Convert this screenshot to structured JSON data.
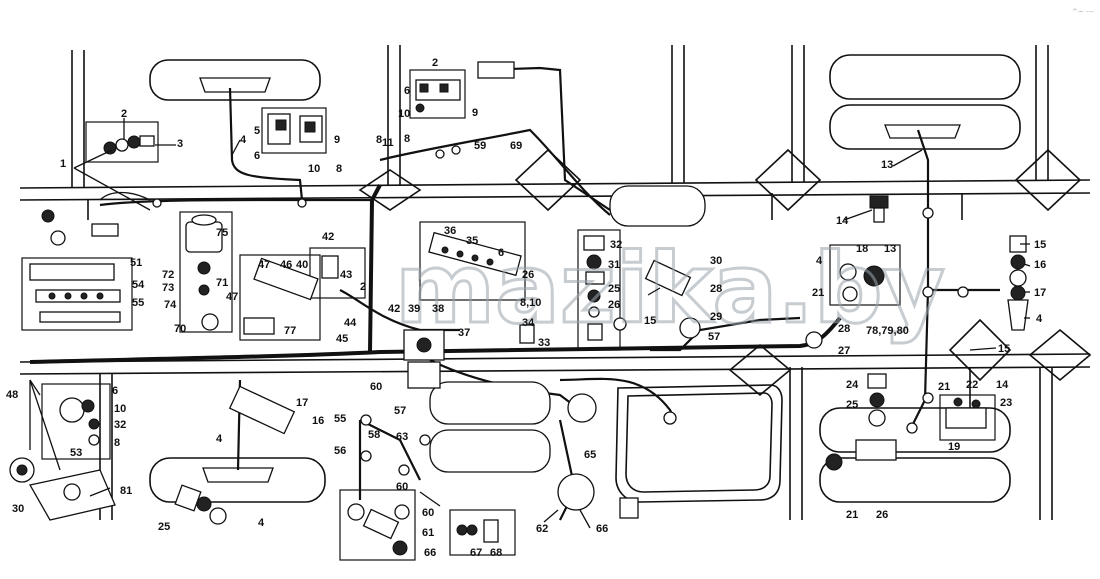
{
  "watermark": "mazika.by",
  "corner_mark": "^~ ---",
  "callouts": [
    {
      "id": "c-1a",
      "text": "1"
    },
    {
      "id": "c-2a",
      "text": "2"
    },
    {
      "id": "c-3a",
      "text": "3"
    },
    {
      "id": "c-4a",
      "text": "4"
    },
    {
      "id": "c-5a",
      "text": "5"
    },
    {
      "id": "c-6a",
      "text": "6"
    },
    {
      "id": "c-8a",
      "text": "8"
    },
    {
      "id": "c-9a",
      "text": "9"
    },
    {
      "id": "c-10a",
      "text": "10"
    },
    {
      "id": "c-8b",
      "text": "8"
    },
    {
      "id": "c-2b",
      "text": "2"
    },
    {
      "id": "c-6b",
      "text": "6"
    },
    {
      "id": "c-10b",
      "text": "10"
    },
    {
      "id": "c-9b",
      "text": "9"
    },
    {
      "id": "c-8c",
      "text": "8"
    },
    {
      "id": "c-11",
      "text": "11"
    },
    {
      "id": "c-59",
      "text": "59"
    },
    {
      "id": "c-69",
      "text": "69"
    },
    {
      "id": "c-13a",
      "text": "13"
    },
    {
      "id": "c-14a",
      "text": "14"
    },
    {
      "id": "c-13b",
      "text": "13"
    },
    {
      "id": "c-18",
      "text": "18"
    },
    {
      "id": "c-15a",
      "text": "15"
    },
    {
      "id": "c-16a",
      "text": "16"
    },
    {
      "id": "c-17a",
      "text": "17"
    },
    {
      "id": "c-4b",
      "text": "4"
    },
    {
      "id": "c-21a",
      "text": "21"
    },
    {
      "id": "c-4c",
      "text": "4"
    },
    {
      "id": "c-78",
      "text": "78,79,80"
    },
    {
      "id": "c-75",
      "text": "75"
    },
    {
      "id": "c-72",
      "text": "72"
    },
    {
      "id": "c-73",
      "text": "73"
    },
    {
      "id": "c-74",
      "text": "74"
    },
    {
      "id": "c-71",
      "text": "71"
    },
    {
      "id": "c-47a",
      "text": "47"
    },
    {
      "id": "c-70",
      "text": "70"
    },
    {
      "id": "c-51",
      "text": "51"
    },
    {
      "id": "c-54",
      "text": "54"
    },
    {
      "id": "c-55a",
      "text": "55"
    },
    {
      "id": "c-47b",
      "text": "47"
    },
    {
      "id": "c-46a",
      "text": "46"
    },
    {
      "id": "c-40",
      "text": "40"
    },
    {
      "id": "c-42a",
      "text": "42"
    },
    {
      "id": "c-43",
      "text": "43"
    },
    {
      "id": "c-2c",
      "text": "2"
    },
    {
      "id": "c-44",
      "text": "44"
    },
    {
      "id": "c-45",
      "text": "45"
    },
    {
      "id": "c-77",
      "text": "77"
    },
    {
      "id": "c-42b",
      "text": "42"
    },
    {
      "id": "c-36",
      "text": "36"
    },
    {
      "id": "c-35",
      "text": "35"
    },
    {
      "id": "c-6c",
      "text": "6"
    },
    {
      "id": "c-26a",
      "text": "26"
    },
    {
      "id": "c-810",
      "text": "8,10"
    },
    {
      "id": "c-34",
      "text": "34"
    },
    {
      "id": "c-39",
      "text": "39"
    },
    {
      "id": "c-38",
      "text": "38"
    },
    {
      "id": "c-37",
      "text": "37"
    },
    {
      "id": "c-32a",
      "text": "32"
    },
    {
      "id": "c-31",
      "text": "31"
    },
    {
      "id": "c-25a",
      "text": "25"
    },
    {
      "id": "c-26b",
      "text": "26"
    },
    {
      "id": "c-30a",
      "text": "30"
    },
    {
      "id": "c-28a",
      "text": "28"
    },
    {
      "id": "c-15b",
      "text": "15"
    },
    {
      "id": "c-29",
      "text": "29"
    },
    {
      "id": "c-57",
      "text": "57"
    },
    {
      "id": "c-28b",
      "text": "28"
    },
    {
      "id": "c-27",
      "text": "27"
    },
    {
      "id": "c-15c",
      "text": "15"
    },
    {
      "id": "c-33",
      "text": "33"
    },
    {
      "id": "c-24",
      "text": "24"
    },
    {
      "id": "c-25b",
      "text": "25"
    },
    {
      "id": "c-21b",
      "text": "21"
    },
    {
      "id": "c-22",
      "text": "22"
    },
    {
      "id": "c-14b",
      "text": "14"
    },
    {
      "id": "c-23",
      "text": "23"
    },
    {
      "id": "c-19",
      "text": "19"
    },
    {
      "id": "c-21c",
      "text": "21"
    },
    {
      "id": "c-26c",
      "text": "26"
    },
    {
      "id": "c-48",
      "text": "48"
    },
    {
      "id": "c-6d",
      "text": "6"
    },
    {
      "id": "c-10c",
      "text": "10"
    },
    {
      "id": "c-32b",
      "text": "32"
    },
    {
      "id": "c-8d",
      "text": "8"
    },
    {
      "id": "c-53",
      "text": "53"
    },
    {
      "id": "c-17b",
      "text": "17"
    },
    {
      "id": "c-16b",
      "text": "16"
    },
    {
      "id": "c-4d",
      "text": "4"
    },
    {
      "id": "c-30b",
      "text": "30"
    },
    {
      "id": "c-81",
      "text": "81"
    },
    {
      "id": "c-25c",
      "text": "25"
    },
    {
      "id": "c-4e",
      "text": "4"
    },
    {
      "id": "c-55b",
      "text": "55"
    },
    {
      "id": "c-60a",
      "text": "60"
    },
    {
      "id": "c-57b",
      "text": "57"
    },
    {
      "id": "c-58",
      "text": "58"
    },
    {
      "id": "c-63",
      "text": "63"
    },
    {
      "id": "c-56",
      "text": "56"
    },
    {
      "id": "c-60b",
      "text": "60"
    },
    {
      "id": "c-60c",
      "text": "60"
    },
    {
      "id": "c-61",
      "text": "61"
    },
    {
      "id": "c-66",
      "text": "66"
    },
    {
      "id": "c-67",
      "text": "67"
    },
    {
      "id": "c-68",
      "text": "68"
    },
    {
      "id": "c-62",
      "text": "62"
    },
    {
      "id": "c-65",
      "text": "65"
    },
    {
      "id": "c-66b",
      "text": "66"
    }
  ]
}
